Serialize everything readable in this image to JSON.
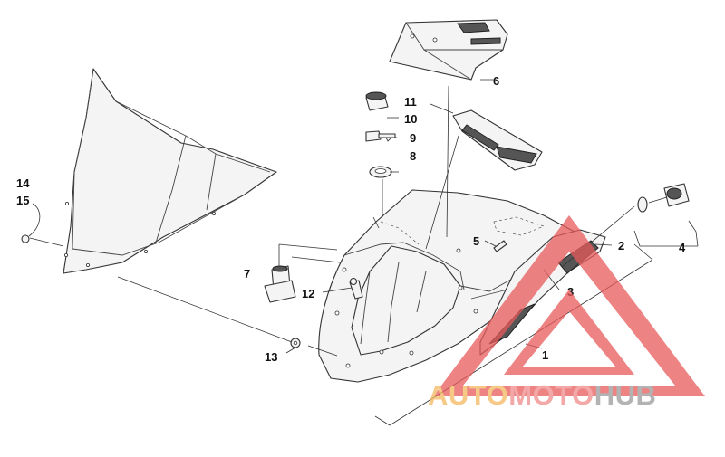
{
  "diagram": {
    "callouts": [
      {
        "id": "1",
        "label": "1"
      },
      {
        "id": "2",
        "label": "2"
      },
      {
        "id": "3",
        "label": "3"
      },
      {
        "id": "4",
        "label": "4"
      },
      {
        "id": "5",
        "label": "5"
      },
      {
        "id": "6",
        "label": "6"
      },
      {
        "id": "7",
        "label": "7"
      },
      {
        "id": "8",
        "label": "8"
      },
      {
        "id": "9",
        "label": "9"
      },
      {
        "id": "10",
        "label": "10"
      },
      {
        "id": "11",
        "label": "11"
      },
      {
        "id": "12",
        "label": "12"
      },
      {
        "id": "13",
        "label": "13"
      },
      {
        "id": "14",
        "label": "14"
      },
      {
        "id": "15",
        "label": "15"
      }
    ]
  },
  "watermark": {
    "word_auto": "AUTO",
    "word_moto": "MOTO",
    "word_hub": "HUB",
    "color_auto": "#f4b860",
    "color_moto": "#ef8a8a",
    "color_hub": "#9a9a9a",
    "triangle_color": "#e85a5a"
  }
}
